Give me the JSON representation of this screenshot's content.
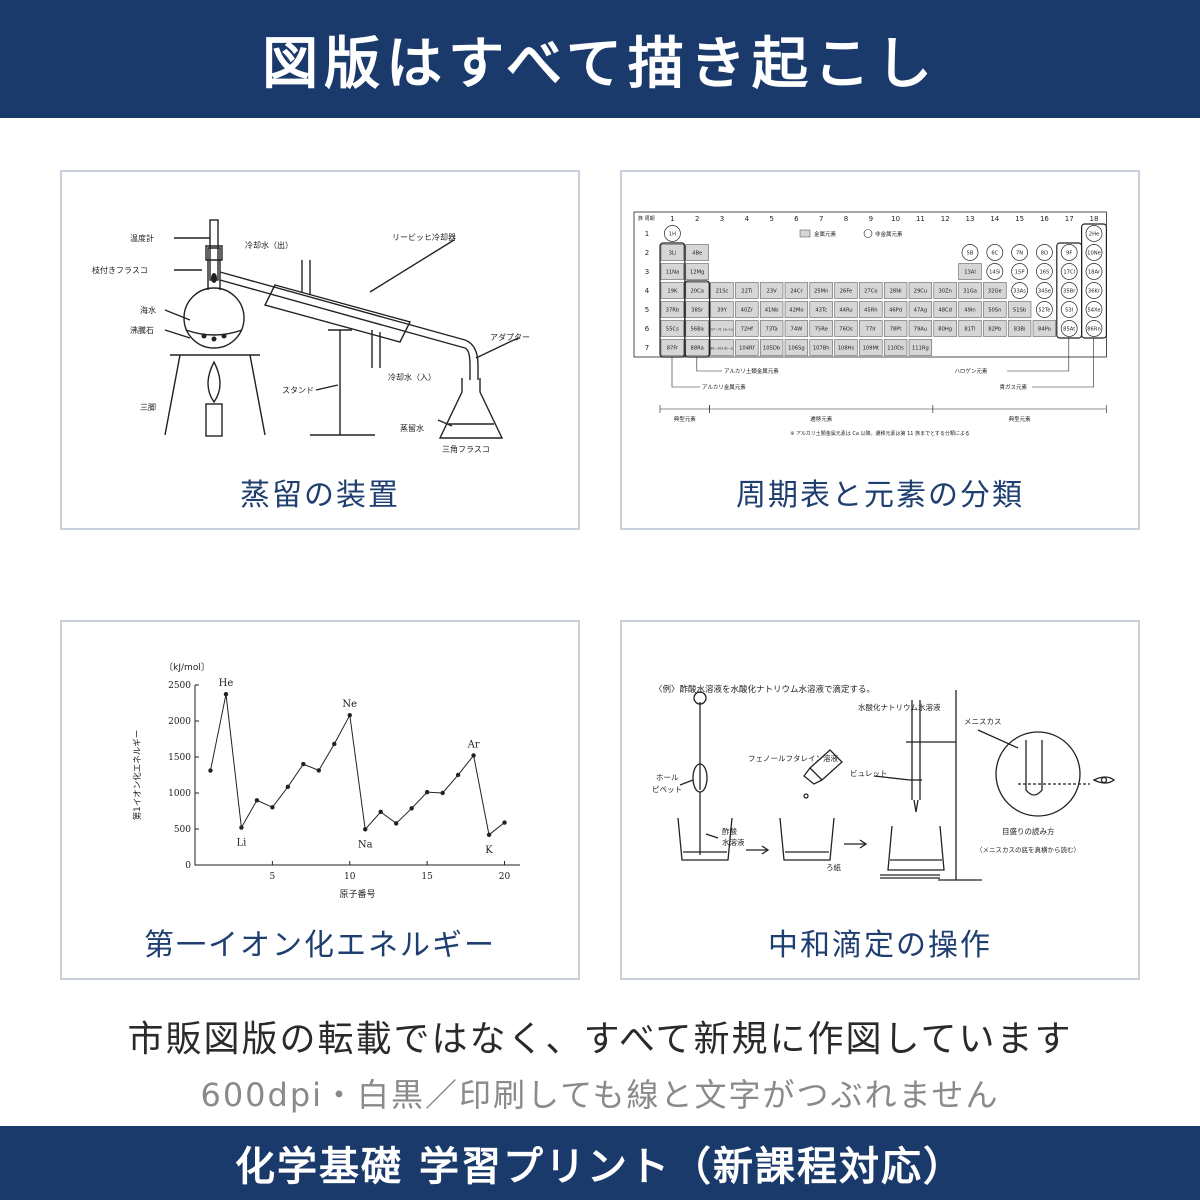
{
  "header": {
    "title": "図版はすべて描き起こし"
  },
  "cards": {
    "distillation": {
      "caption": "蒸留の装置",
      "labels": {
        "thermometer": "温度計",
        "branch_flask": "枝付きフラスコ",
        "seawater": "海水",
        "boiling_chips": "沸騰石",
        "tripod": "三脚",
        "cooling_out": "冷却水（出）",
        "liebig": "リービッヒ冷却器",
        "adapter": "アダプター",
        "stand": "スタンド",
        "cooling_in": "冷却水（入）",
        "distillate": "蒸留水",
        "conical_flask": "三角フラスコ"
      }
    },
    "periodic": {
      "caption": "周期表と元素の分類",
      "corner_label": "族 周期",
      "groups": [
        "1",
        "2",
        "3",
        "4",
        "5",
        "6",
        "7",
        "8",
        "9",
        "10",
        "11",
        "12",
        "13",
        "14",
        "15",
        "16",
        "17",
        "18"
      ],
      "periods": [
        "1",
        "2",
        "3",
        "4",
        "5",
        "6",
        "7"
      ],
      "legend_metal": "金属元素",
      "legend_nonmetal": "非金属元素",
      "rows": [
        [
          "1H",
          "",
          "",
          "",
          "",
          "",
          "",
          "",
          "",
          "",
          "",
          "",
          "",
          "",
          "",
          "",
          "",
          "2He"
        ],
        [
          "3Li",
          "4Be",
          "",
          "",
          "",
          "",
          "",
          "",
          "",
          "",
          "",
          "",
          "5B",
          "6C",
          "7N",
          "8O",
          "9F",
          "10Ne"
        ],
        [
          "11Na",
          "12Mg",
          "",
          "",
          "",
          "",
          "",
          "",
          "",
          "",
          "",
          "",
          "13Al",
          "14Si",
          "15P",
          "16S",
          "17Cl",
          "18Ar"
        ],
        [
          "19K",
          "20Ca",
          "21Sc",
          "22Ti",
          "23V",
          "24Cr",
          "25Mn",
          "26Fe",
          "27Co",
          "28Ni",
          "29Cu",
          "30Zn",
          "31Ga",
          "32Ge",
          "33As",
          "34Se",
          "35Br",
          "36Kr"
        ],
        [
          "37Rb",
          "38Sr",
          "39Y",
          "40Zr",
          "41Nb",
          "42Mo",
          "43Tc",
          "44Ru",
          "45Rh",
          "46Pd",
          "47Ag",
          "48Cd",
          "49In",
          "50Sn",
          "51Sb",
          "52Te",
          "53I",
          "54Xe"
        ],
        [
          "55Cs",
          "56Ba",
          "57~71 La~Lu",
          "72Hf",
          "73Ta",
          "74W",
          "75Re",
          "76Os",
          "77Ir",
          "78Pt",
          "79Au",
          "80Hg",
          "81Tl",
          "82Pb",
          "83Bi",
          "84Po",
          "85At",
          "86Rn"
        ],
        [
          "87Fr",
          "88Ra",
          "89~103 Ac~Lr",
          "104Rf",
          "105Db",
          "106Sg",
          "107Bh",
          "108Hs",
          "109Mt",
          "110Ds",
          "111Rg",
          "",
          "",
          "",
          "",
          "",
          "",
          ""
        ]
      ],
      "label_alkali": "アルカリ金属元素",
      "label_alkaline_earth": "アルカリ土類金属元素",
      "label_halogen": "ハロゲン元素",
      "label_noble": "貴ガス元素",
      "label_typical_left": "典型元素",
      "label_transition": "遷移元素",
      "label_typical_right": "典型元素",
      "footnote": "※ アルカリ土類金属元素は Ca 以降。遷移元素は第 11 族までとする分類による"
    },
    "ionization": {
      "caption": "第一イオン化エネルギー",
      "chart_data": {
        "type": "line",
        "title": "",
        "unit_label": "〔kJ/mol〕",
        "xlabel": "原子番号",
        "ylabel": "第1イオン化エネルギー",
        "xlim": [
          0,
          21
        ],
        "ylim": [
          0,
          2500
        ],
        "yticks": [
          0,
          500,
          1000,
          1500,
          2000,
          2500
        ],
        "xticks": [
          5,
          10,
          15,
          20
        ],
        "x": [
          1,
          2,
          3,
          4,
          5,
          6,
          7,
          8,
          9,
          10,
          11,
          12,
          13,
          14,
          15,
          16,
          17,
          18,
          19,
          20
        ],
        "y": [
          1312,
          2372,
          520,
          899,
          801,
          1086,
          1402,
          1314,
          1681,
          2081,
          496,
          738,
          578,
          787,
          1012,
          1000,
          1251,
          1521,
          419,
          590
        ],
        "point_labels": [
          {
            "x": 2,
            "text": "He",
            "pos": "above"
          },
          {
            "x": 3,
            "text": "Li",
            "pos": "below"
          },
          {
            "x": 10,
            "text": "Ne",
            "pos": "above"
          },
          {
            "x": 11,
            "text": "Na",
            "pos": "below"
          },
          {
            "x": 18,
            "text": "Ar",
            "pos": "above"
          },
          {
            "x": 19,
            "text": "K",
            "pos": "below"
          }
        ]
      }
    },
    "titration": {
      "caption": "中和滴定の操作",
      "labels": {
        "example": "〈例〉酢酸水溶液を水酸化ナトリウム水溶液で滴定する。",
        "naoh": "水酸化ナトリウム水溶液",
        "meniscus": "メニスカス",
        "phenolphthalein": "フェノールフタレイン溶液",
        "burette": "ビュレット",
        "hole_pipette_1": "ホール",
        "hole_pipette_2": "ピペット",
        "acetic_1": "酢酸",
        "acetic_2": "水溶液",
        "filter_paper": "ろ紙",
        "reading_title": "目盛りの読み方",
        "reading_note": "（メニスカスの底を真横から読む）"
      }
    }
  },
  "tagline": "市販図版の転載ではなく、すべて新規に作図しています",
  "subline": "600dpi・白黒／印刷しても線と文字がつぶれません",
  "footer": {
    "title": "化学基礎 学習プリント（新課程対応）"
  }
}
